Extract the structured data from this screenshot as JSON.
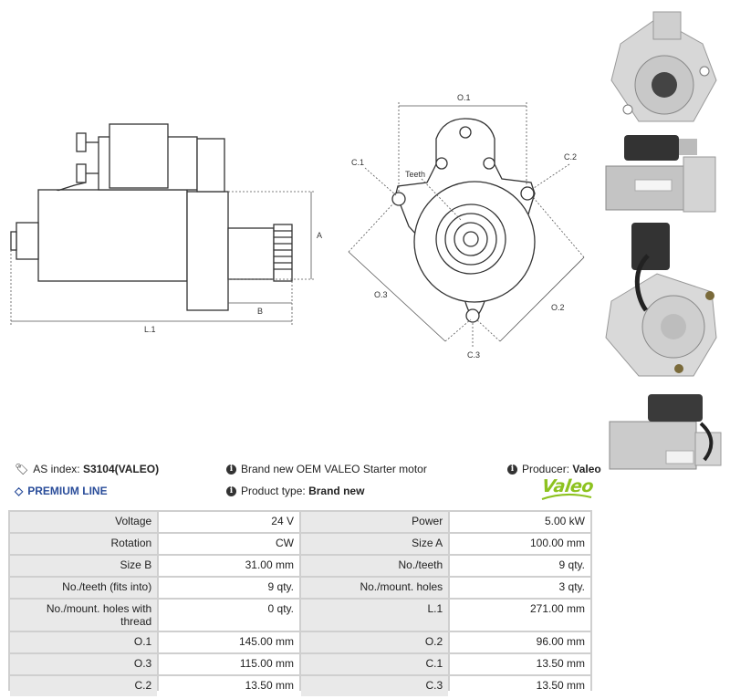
{
  "drawing_labels": {
    "side_view": {
      "a": "A",
      "b": "B",
      "l1": "L.1"
    },
    "front_view": {
      "o1": "O.1",
      "o2": "O.2",
      "o3": "O.3",
      "c1": "C.1",
      "c2": "C.2",
      "c3": "C.3",
      "teeth": "Teeth"
    }
  },
  "info": {
    "as_index_label": "AS index:",
    "as_index_value": "S3104(VALEO)",
    "description": "Brand new OEM VALEO Starter motor",
    "producer_label": "Producer:",
    "producer_value": "Valeo",
    "premium_line": "PREMIUM LINE",
    "product_type_label": "Product type:",
    "product_type_value": "Brand new",
    "logo_text": "Valeo"
  },
  "specs": [
    [
      {
        "k": "Voltage",
        "v": "24 V"
      },
      {
        "k": "Power",
        "v": "5.00 kW"
      }
    ],
    [
      {
        "k": "Rotation",
        "v": "CW"
      },
      {
        "k": "Size A",
        "v": "100.00 mm"
      }
    ],
    [
      {
        "k": "Size B",
        "v": "31.00 mm"
      },
      {
        "k": "No./teeth",
        "v": "9 qty."
      }
    ],
    [
      {
        "k": "No./teeth (fits into)",
        "v": "9 qty."
      },
      {
        "k": "No./mount. holes",
        "v": "3 qty."
      }
    ],
    [
      {
        "k": "No./mount. holes with thread",
        "v": "0 qty."
      },
      {
        "k": "L.1",
        "v": "271.00 mm"
      }
    ],
    [
      {
        "k": "O.1",
        "v": "145.00 mm"
      },
      {
        "k": "O.2",
        "v": "96.00 mm"
      }
    ],
    [
      {
        "k": "O.3",
        "v": "115.00 mm"
      },
      {
        "k": "C.1",
        "v": "13.50 mm"
      }
    ],
    [
      {
        "k": "C.2",
        "v": "13.50 mm"
      },
      {
        "k": "C.3",
        "v": "13.50 mm"
      }
    ]
  ],
  "colors": {
    "premium": "#2a4d9a",
    "logo": "#8dc21f",
    "key_cell": "#e9e9e9"
  }
}
